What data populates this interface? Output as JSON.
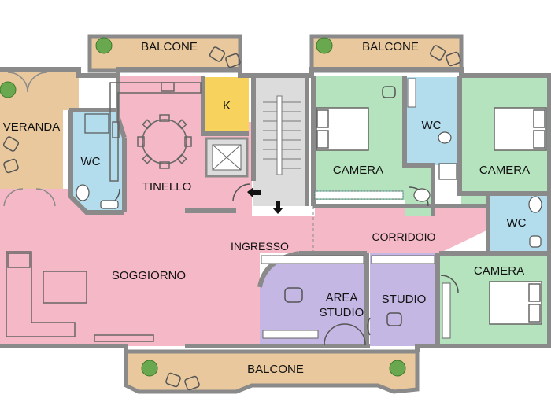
{
  "labels": {
    "balcone_top_left": "BALCONE",
    "balcone_top_right": "BALCONE",
    "balcone_bottom": "BALCONE",
    "veranda": "VERANDA",
    "wc_left": "WC",
    "tinello": "TINELLO",
    "k": "K",
    "camera_top_left": "CAMERA",
    "wc_middle": "WC",
    "camera_top_right": "CAMERA",
    "wc_right": "WC",
    "ingresso": "INGRESSO",
    "corridoio": "CORRIDOIO",
    "soggiorno": "SOGGIORNO",
    "area_studio_line1": "AREA",
    "area_studio_line2": "STUDIO",
    "studio": "STUDIO",
    "camera_bottom_right": "CAMERA"
  },
  "colors": {
    "living": "#f4b8c6",
    "bedroom": "#b4e3bd",
    "bath": "#b3dcec",
    "study": "#c4b7e3",
    "terrace": "#e8c89c",
    "kitchen": "#f7d25c",
    "stair": "#dcdcdc",
    "wall": "#8a8a8a"
  }
}
